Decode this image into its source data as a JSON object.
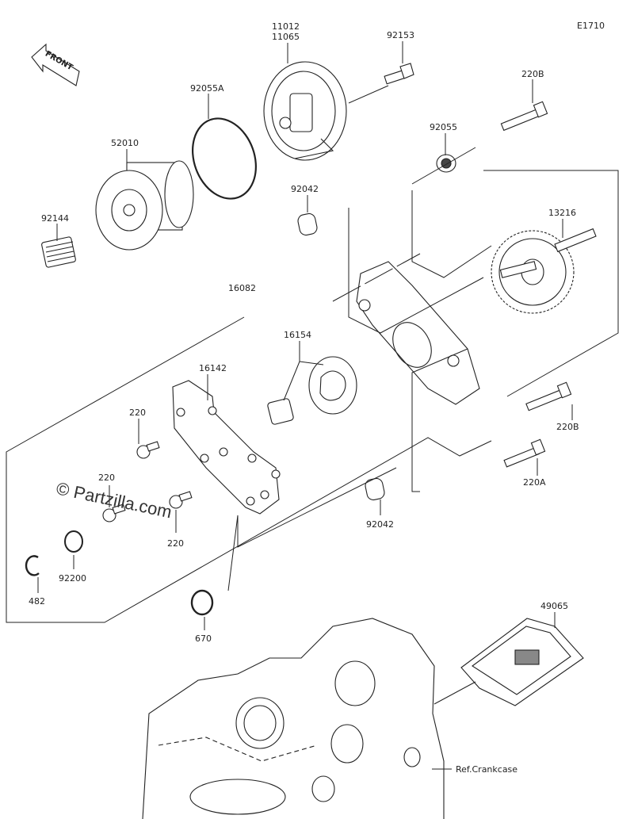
{
  "diagram_code": "E1710",
  "front_label": "FRONT",
  "watermark": "© Partzilla.com",
  "parts": {
    "p11012": "11012",
    "p11065": "11065",
    "p92153": "92153",
    "p92055a": "92055A",
    "p220b_top": "220B",
    "p92055": "92055",
    "p52010": "52010",
    "p92042_top": "92042",
    "p13216": "13216",
    "p92144": "92144",
    "p16082": "16082",
    "p16154": "16154",
    "p16142": "16142",
    "p220_a": "220",
    "p220b_right": "220B",
    "p220_b": "220",
    "p220a": "220A",
    "p220_c": "220",
    "p92042_bottom": "92042",
    "p92200": "92200",
    "p482": "482",
    "p670": "670",
    "p49065": "49065",
    "ref_crankcase": "Ref.Crankcase"
  }
}
